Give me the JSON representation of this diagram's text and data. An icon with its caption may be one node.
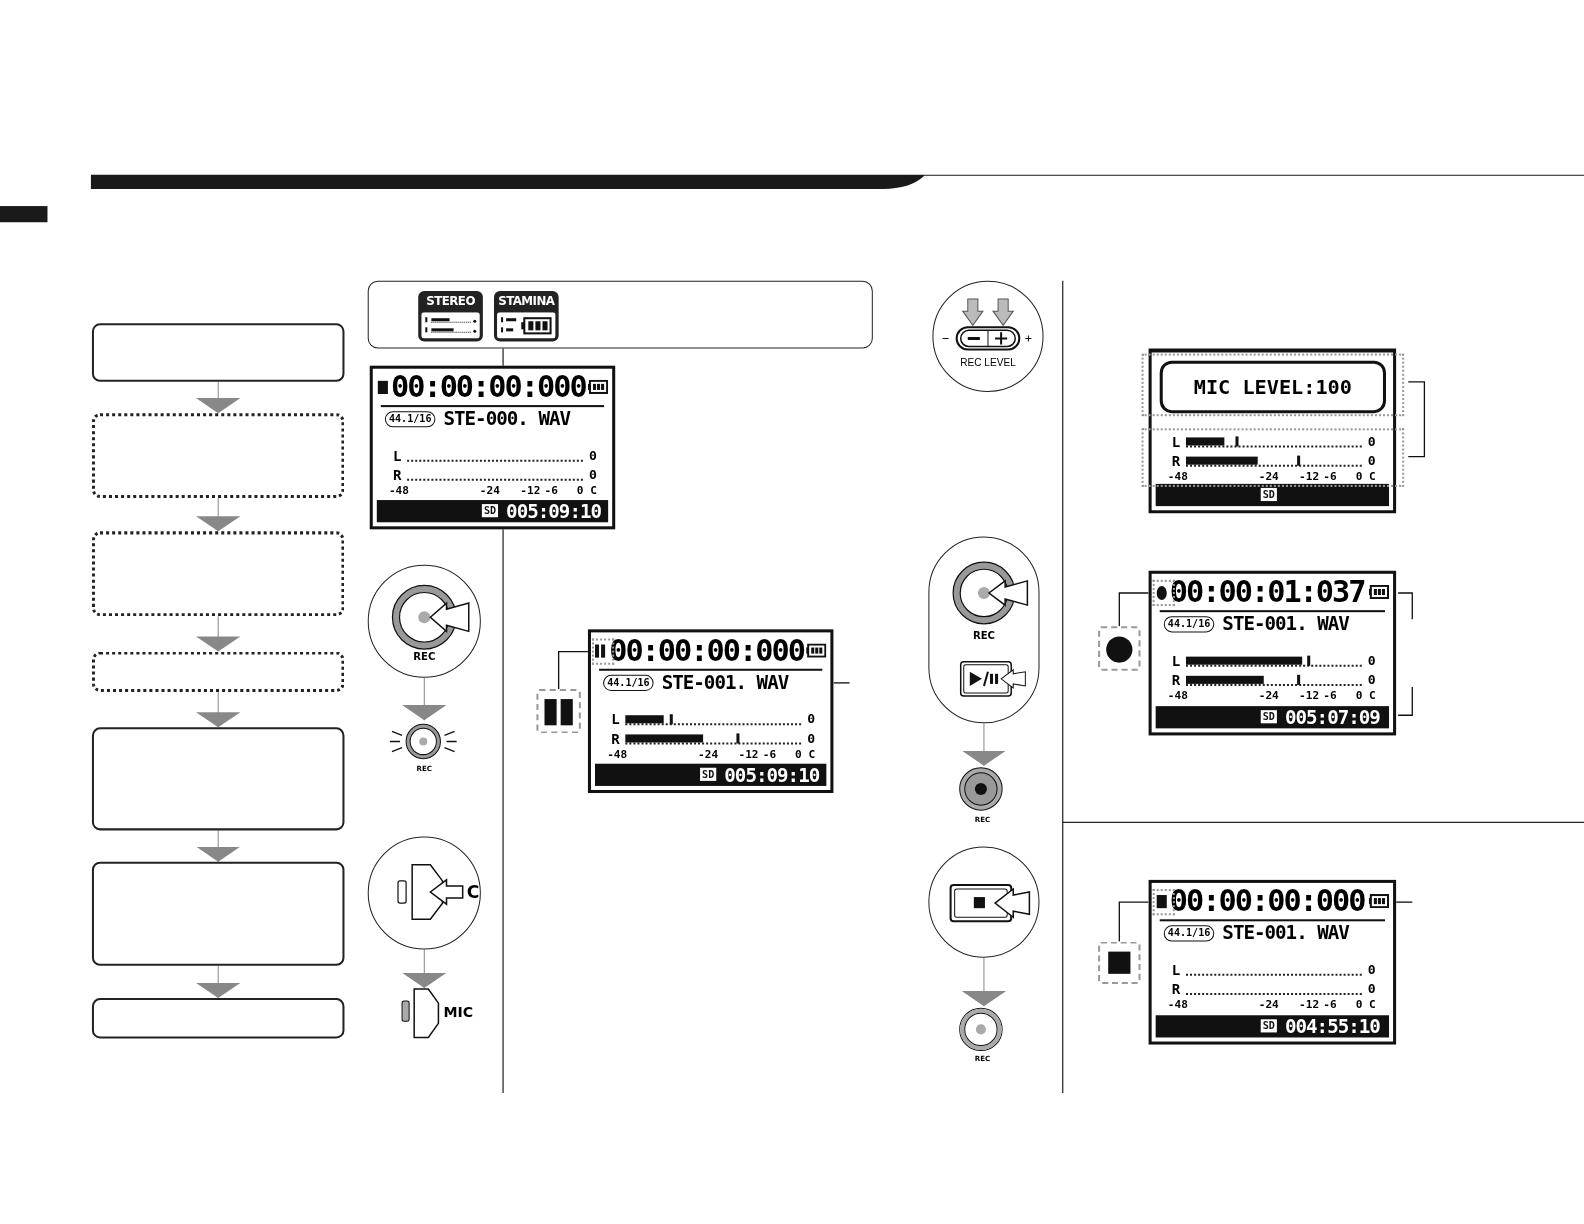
{
  "diagram": {
    "nodes": [
      {
        "text": [],
        "shape": "box"
      },
      {
        "text": [],
        "shape": "box"
      },
      {
        "text": [],
        "shape": "box"
      },
      {
        "text": [],
        "shape": "box"
      },
      {
        "text": [],
        "shape": "box"
      },
      {
        "text": [],
        "shape": "box"
      },
      {
        "text": [],
        "shape": "box"
      },
      {
        "text": [],
        "shape": "box"
      },
      {
        "text": [
          "STEREO"
        ],
        "in": 7
      },
      {
        "text": [
          "STAMINA"
        ],
        "in": 7
      },
      {
        "text": [
          "00:00:00:000",
          "44.1/16",
          "STE-000. WAV",
          "L",
          "R",
          "0",
          "0",
          "-48",
          "-24",
          "-12",
          "-6",
          "0 C",
          "SD",
          "005:09:10"
        ]
      },
      {
        "text": [
          "REC"
        ]
      },
      {
        "text": [
          "REC"
        ]
      },
      {
        "text": [
          "C"
        ]
      },
      {
        "text": [
          "MIC"
        ]
      },
      {
        "text": [],
        "shape": "box"
      },
      {
        "text": [
          "00:00:00:000",
          "44.1/16",
          "STE-001. WAV",
          "L",
          "R",
          "0",
          "0",
          "-48",
          "-24",
          "-12",
          "-6",
          "0 C",
          "SD",
          "005:09:10"
        ]
      },
      {
        "text": [
          "REC LEVEL"
        ]
      },
      {
        "text": [
          "MIC LEVEL:100",
          "L",
          "R",
          "0",
          "0",
          "-48",
          "-24",
          "-12",
          "-6",
          "0 C",
          "SD"
        ]
      },
      {
        "text": [
          "REC"
        ]
      },
      {
        "text": [
          "REC"
        ]
      },
      {
        "text": [],
        "shape": "box"
      },
      {
        "text": [
          "00:00:01:037",
          "44.1/16",
          "STE-001. WAV",
          "L",
          "R",
          "0",
          "0",
          "-48",
          "-24",
          "-12",
          "-6",
          "0 C",
          "SD",
          "005:07:09"
        ]
      },
      {
        "text": [],
        "shape": "circle"
      },
      {
        "text": [
          "REC"
        ]
      },
      {
        "text": [],
        "shape": "box"
      },
      {
        "text": [
          "00:00:00:000",
          "44.1/16",
          "STE-001. WAV",
          "L",
          "R",
          "0",
          "0",
          "-48",
          "-24",
          "-12",
          "-6",
          "0 C",
          "SD",
          "004:55:10"
        ]
      }
    ],
    "edges": [
      {
        "from": 0,
        "to": 1,
        "arrow": "to"
      },
      {
        "from": 1,
        "to": 2,
        "arrow": "to"
      },
      {
        "from": 2,
        "to": 3,
        "arrow": "to"
      },
      {
        "from": 3,
        "to": 4,
        "arrow": "to"
      },
      {
        "from": 4,
        "to": 5,
        "arrow": "to"
      },
      {
        "from": 5,
        "to": 6,
        "arrow": "to"
      },
      {
        "from": 11,
        "to": 12,
        "arrow": "to"
      },
      {
        "from": 13,
        "to": 14,
        "arrow": "to"
      },
      {
        "from": 15,
        "to": 16,
        "arrow": "none",
        "color": "#111111"
      },
      {
        "from": 16,
        "to": null,
        "arrow": "none",
        "color": "#111111"
      },
      {
        "from": 19,
        "to": 20,
        "arrow": "to"
      },
      {
        "from": 21,
        "to": 22,
        "arrow": "none",
        "color": "#111111"
      },
      {
        "from": 23,
        "to": 24,
        "arrow": "to"
      },
      {
        "from": 25,
        "to": 26,
        "arrow": "none",
        "color": "#111111"
      },
      {
        "from": 26,
        "to": null,
        "arrow": "none",
        "color": "#111111"
      }
    ]
  }
}
